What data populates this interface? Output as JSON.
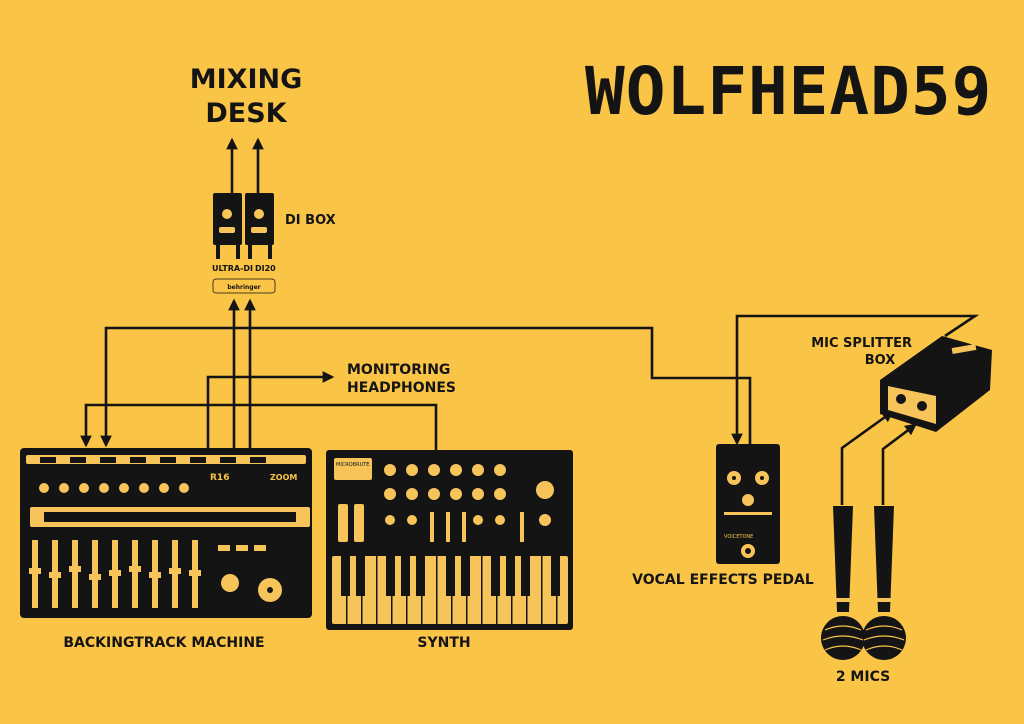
{
  "brand": {
    "logo_text": "WOLFHEAD59"
  },
  "labels": {
    "mixing_desk_line1": "MIXING",
    "mixing_desk_line2": "DESK",
    "di_box": "DI BOX",
    "di_box_model_left": "ULTRA-DI",
    "di_box_model_right": "DI20",
    "di_box_maker": "behringer",
    "monitoring_line1": "MONITORING",
    "monitoring_line2": "HEADPHONES",
    "mic_splitter_line1": "MIC SPLITTER",
    "mic_splitter_line2": "BOX",
    "backingtrack": "BACKINGTRACK MACHINE",
    "synth": "SYNTH",
    "vocal_pedal": "VOCAL EFFECTS PEDAL",
    "mics": "2 MICS"
  },
  "device_text": {
    "recorder_model": "R16",
    "recorder_brand": "ZOOM",
    "synth_model": "MICROBRUTE",
    "pedal_brand": "VOICETONE"
  },
  "colors": {
    "background": "#fac447",
    "ink": "#141414"
  }
}
